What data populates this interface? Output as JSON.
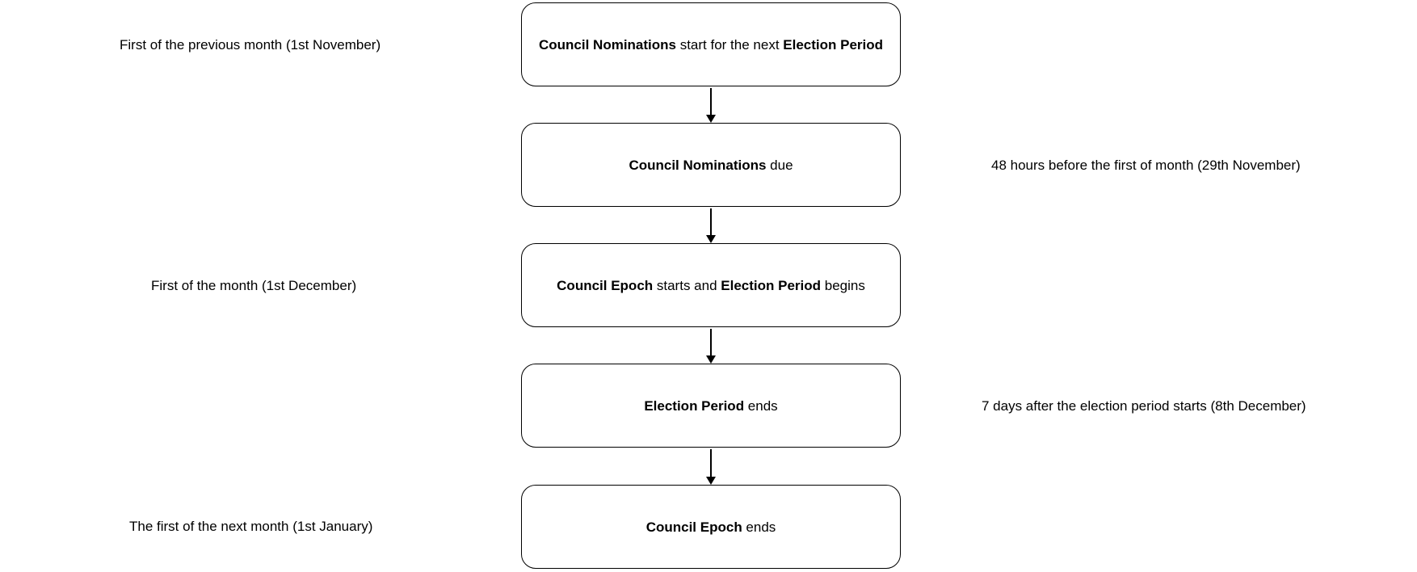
{
  "diagram": {
    "title": "Council election period timeline flowchart",
    "colors": {
      "background": "#ffffff",
      "node_fill": "#ffffff",
      "stroke": "#000000",
      "text": "#000000"
    },
    "nodes": [
      {
        "id": "council-nominations-start",
        "segments": [
          {
            "text": "Council Nominations",
            "bold": true
          },
          {
            "text": " start for the next ",
            "bold": false
          },
          {
            "text": "Election Period",
            "bold": true
          }
        ]
      },
      {
        "id": "council-nominations-due",
        "segments": [
          {
            "text": "Council Nominations",
            "bold": true
          },
          {
            "text": " due",
            "bold": false
          }
        ]
      },
      {
        "id": "council-epoch-starts",
        "segments": [
          {
            "text": "Council Epoch",
            "bold": true
          },
          {
            "text": " starts and ",
            "bold": false
          },
          {
            "text": "Election Period",
            "bold": true
          },
          {
            "text": " begins",
            "bold": false
          }
        ]
      },
      {
        "id": "election-period-ends",
        "segments": [
          {
            "text": "Election Period",
            "bold": true
          },
          {
            "text": " ends",
            "bold": false
          }
        ]
      },
      {
        "id": "council-epoch-ends",
        "segments": [
          {
            "text": "Council Epoch",
            "bold": true
          },
          {
            "text": " ends",
            "bold": false
          }
        ]
      }
    ],
    "annotations": [
      {
        "side": "left",
        "text": "First of the previous month (1st November)"
      },
      {
        "side": "right",
        "text": "48 hours before the first of month (29th November)"
      },
      {
        "side": "left",
        "text": "First of the month (1st December)"
      },
      {
        "side": "right",
        "text": "7 days after the election period starts (8th December)"
      },
      {
        "side": "left",
        "text": "The first of the next month (1st January)"
      }
    ],
    "connectors": [
      {
        "from": "council-nominations-start",
        "to": "council-nominations-due"
      },
      {
        "from": "council-nominations-due",
        "to": "council-epoch-starts"
      },
      {
        "from": "council-epoch-starts",
        "to": "election-period-ends"
      },
      {
        "from": "election-period-ends",
        "to": "council-epoch-ends"
      }
    ]
  }
}
